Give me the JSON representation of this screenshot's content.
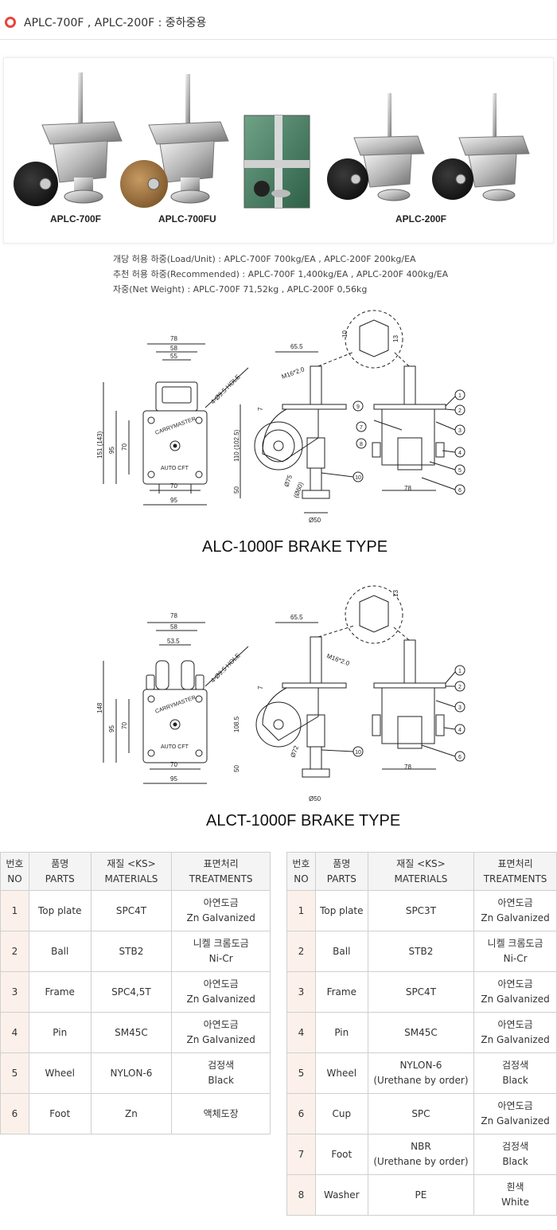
{
  "header": {
    "title": "APLC-700F , APLC-200F : 중하중용"
  },
  "photos": {
    "labels": [
      "APLC-700F",
      "APLC-700FU",
      "APLC-200F"
    ]
  },
  "specs": [
    "개당 허용 하중(Load/Unit) : APLC-700F 700kg/EA , APLC-200F 200kg/EA",
    "추천 허용 하중(Recommended) : APLC-700F 1,400kg/EA , APLC-200F 400kg/EA",
    "자중(Net Weight) : APLC-700F 71,52kg , APLC-200F 0,56kg"
  ],
  "drawing1": {
    "title": "ALC-1000F BRAKE TYPE",
    "dims": {
      "w78": "78",
      "w58": "58",
      "w55": "55",
      "w70": "70",
      "w95": "95",
      "h151": "151 (143)",
      "h95": "95",
      "h70": "70",
      "hole": "4-Ø9.5 HOLE",
      "d655": "65.5",
      "m16": "M16*2.0",
      "d7": "7",
      "h110": "110 (102.5)",
      "h50": "50",
      "d75": "Ø75",
      "d50": "Ø50",
      "d60": "(Ø60)",
      "t10": "10",
      "t13": "13",
      "s78": "78",
      "brand": "CARRYMASTER",
      "auto": "AUTO CFT"
    },
    "callouts": [
      "1",
      "2",
      "3",
      "4",
      "5",
      "6",
      "7",
      "8",
      "9",
      "10"
    ]
  },
  "drawing2": {
    "title": "ALCT-1000F BRAKE TYPE",
    "dims": {
      "w78": "78",
      "w58": "58",
      "w535": "53.5",
      "w70": "70",
      "w95": "95",
      "h148": "148",
      "h95": "95",
      "h70": "70",
      "hole": "4-Ø9.5 HOLE",
      "d655": "65.5",
      "m16": "M16*2.0",
      "d7": "7",
      "h1085": "108.5",
      "h50": "50",
      "d72": "Ø72",
      "d50": "Ø50",
      "t13": "13",
      "s78": "78",
      "brand": "CARRYMASTER",
      "auto": "AUTO CFT"
    },
    "callouts": [
      "1",
      "2",
      "3",
      "4",
      "6",
      "10"
    ]
  },
  "table_headers": {
    "no_ko": "번호",
    "no_en": "NO",
    "parts_ko": "품명",
    "parts_en": "PARTS",
    "mat_ko": "재질 <KS>",
    "mat_en": "MATERIALS",
    "treat_ko": "표면처리",
    "treat_en": "TREATMENTS"
  },
  "table_left": [
    {
      "no": "1",
      "part": "Top plate",
      "mat1": "SPC4T",
      "mat2": "",
      "tr1": "아연도금",
      "tr2": "Zn Galvanized"
    },
    {
      "no": "2",
      "part": "Ball",
      "mat1": "STB2",
      "mat2": "",
      "tr1": "니켈 크롬도금",
      "tr2": "Ni-Cr"
    },
    {
      "no": "3",
      "part": "Frame",
      "mat1": "SPC4,5T",
      "mat2": "",
      "tr1": "아연도금",
      "tr2": "Zn Galvanized"
    },
    {
      "no": "4",
      "part": "Pin",
      "mat1": "SM45C",
      "mat2": "",
      "tr1": "아연도금",
      "tr2": "Zn Galvanized"
    },
    {
      "no": "5",
      "part": "Wheel",
      "mat1": "NYLON-6",
      "mat2": "",
      "tr1": "검정색",
      "tr2": "Black"
    },
    {
      "no": "6",
      "part": "Foot",
      "mat1": "Zn",
      "mat2": "",
      "tr1": "액체도장",
      "tr2": ""
    }
  ],
  "table_right": [
    {
      "no": "1",
      "part": "Top plate",
      "mat1": "SPC3T",
      "mat2": "",
      "tr1": "아연도금",
      "tr2": "Zn Galvanized"
    },
    {
      "no": "2",
      "part": "Ball",
      "mat1": "STB2",
      "mat2": "",
      "tr1": "니켈 크롬도금",
      "tr2": "Ni-Cr"
    },
    {
      "no": "3",
      "part": "Frame",
      "mat1": "SPC4T",
      "mat2": "",
      "tr1": "아연도금",
      "tr2": "Zn Galvanized"
    },
    {
      "no": "4",
      "part": "Pin",
      "mat1": "SM45C",
      "mat2": "",
      "tr1": "아연도금",
      "tr2": "Zn Galvanized"
    },
    {
      "no": "5",
      "part": "Wheel",
      "mat1": "NYLON-6",
      "mat2": "(Urethane by order)",
      "tr1": "검정색",
      "tr2": "Black"
    },
    {
      "no": "6",
      "part": "Cup",
      "mat1": "SPC",
      "mat2": "",
      "tr1": "아연도금",
      "tr2": "Zn Galvanized"
    },
    {
      "no": "7",
      "part": "Foot",
      "mat1": "NBR",
      "mat2": "(Urethane by order)",
      "tr1": "검정색",
      "tr2": "Black"
    },
    {
      "no": "8",
      "part": "Washer",
      "mat1": "PE",
      "mat2": "",
      "tr1": "흰색",
      "tr2": "White"
    }
  ]
}
